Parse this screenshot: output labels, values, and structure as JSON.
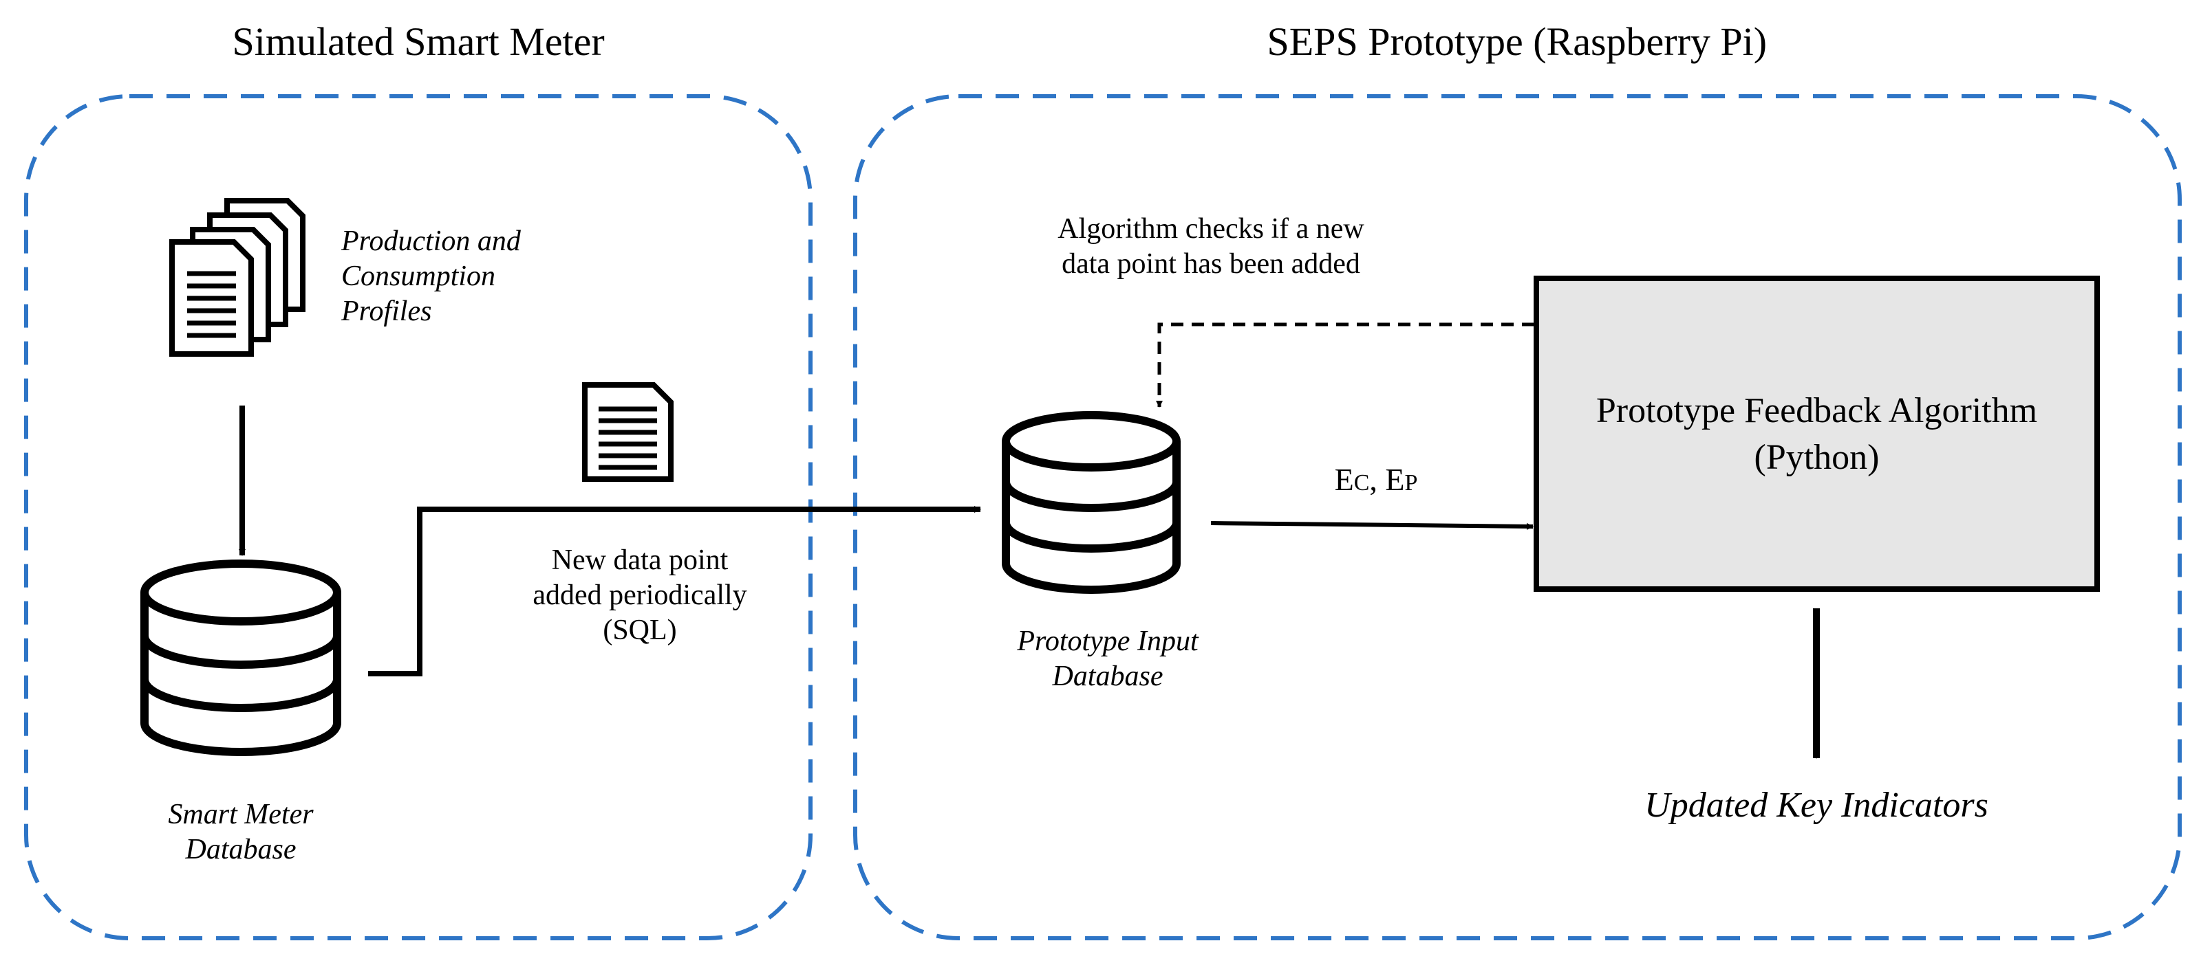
{
  "colors": {
    "container_border": "#2e75c6",
    "box_fill": "#e6e6e6",
    "stroke": "#000000"
  },
  "icons": {
    "profiles": "document-stack-icon",
    "packet": "document-icon",
    "meter_db": "database-icon",
    "input_db": "database-icon"
  },
  "left_panel": {
    "title": "Simulated Smart Meter",
    "profiles_label": [
      "Production and",
      "Consumption",
      "Profiles"
    ],
    "database_label": [
      "Smart Meter",
      "Database"
    ]
  },
  "right_panel": {
    "title": "SEPS Prototype (Raspberry Pi)",
    "input_database_label": [
      "Prototype Input",
      "Database"
    ],
    "algorithm_box": [
      "Prototype Feedback Algorithm",
      "(Python)"
    ],
    "check_label": [
      "Algorithm checks if a new",
      "data point has been added"
    ],
    "output_label": "Updated Key Indicators"
  },
  "transfer_label": [
    "New data point",
    "added periodically",
    "(SQL)"
  ],
  "signal_label": {
    "e1": "E",
    "e1_sub": "C",
    "sep": ", ",
    "e2": "E",
    "e2_sub": "P"
  }
}
